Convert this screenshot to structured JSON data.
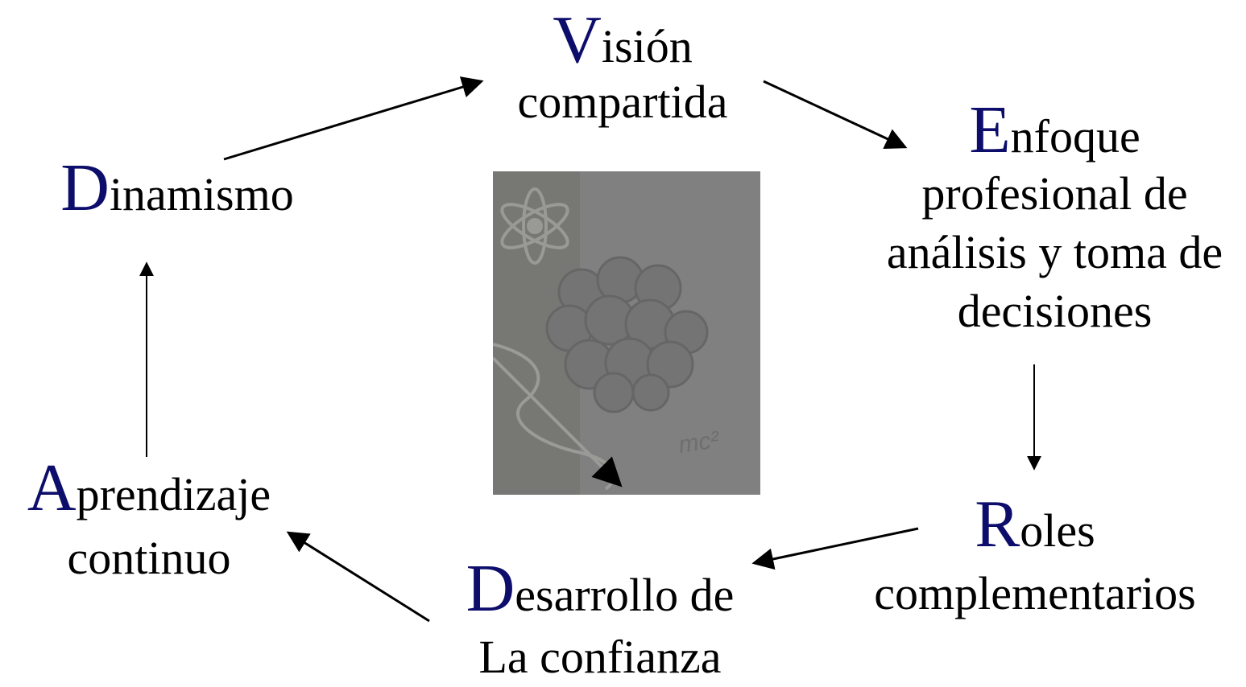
{
  "colors": {
    "initial_letter": "#0d0d6b",
    "text": "#000000",
    "arrow": "#000000"
  },
  "nodes": {
    "vision": {
      "initial": "V",
      "rest": "isión",
      "line2": "compartida"
    },
    "enfoque": {
      "initial": "E",
      "rest": "nfoque",
      "line2": "profesional de",
      "line3": "análisis y toma de",
      "line4": "decisiones"
    },
    "roles": {
      "initial": "R",
      "rest": "oles",
      "line2": "complementarios"
    },
    "desarrollo": {
      "initial": "D",
      "rest": "esarrollo de",
      "line2": "La confianza"
    },
    "aprendizaje": {
      "initial": "A",
      "rest": "prendizaje",
      "line2": "continuo"
    },
    "dinamismo": {
      "initial": "D",
      "rest": "inamismo"
    }
  },
  "center_image": {
    "text": "mc²"
  }
}
